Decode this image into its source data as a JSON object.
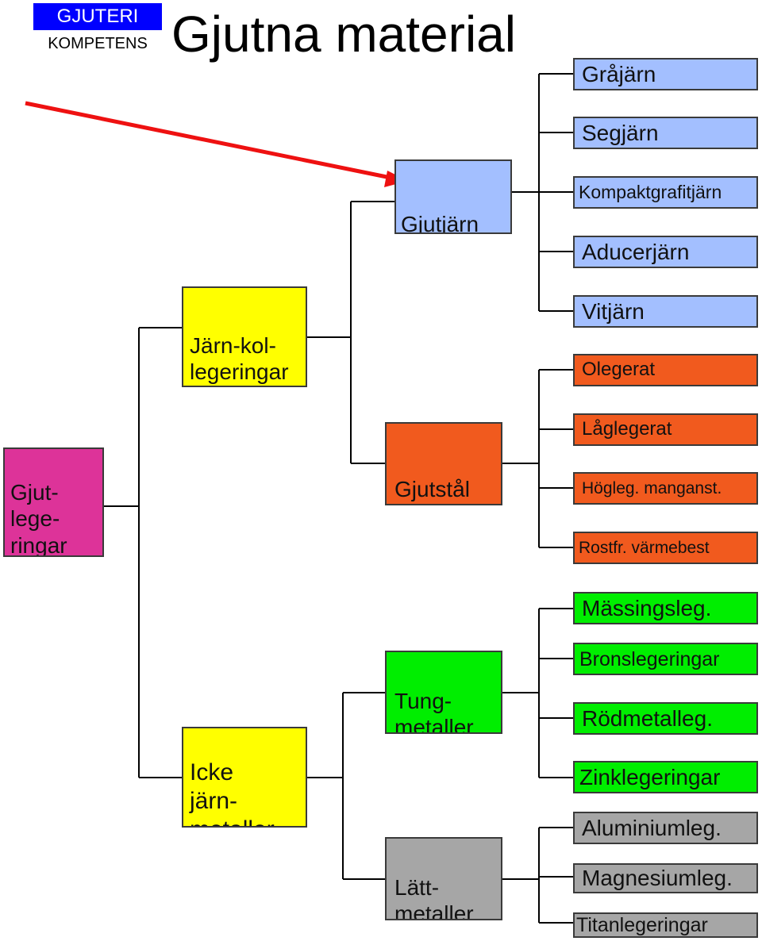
{
  "logo": {
    "line1": "GJUTERI",
    "line2": "KOMPETENS"
  },
  "title": "Gjutna material",
  "colors": {
    "root": "#dd3399",
    "yellow": "#ffff00",
    "blue": "#a3bfff",
    "orange": "#f15a1e",
    "green": "#00ee00",
    "gray": "#a6a6a6",
    "arrow": "#ee1111",
    "logo_blue": "#0000ff"
  },
  "root": {
    "label": "Gjut-\nlege-\nringar"
  },
  "level1": [
    {
      "label": "Järn-kol-\nlegeringar"
    },
    {
      "label": "Icke\njärn-\nmetaller"
    }
  ],
  "level2": [
    {
      "label": "Gjutjärn"
    },
    {
      "label": "Gjutstål"
    },
    {
      "label": "Tung-\nmetaller"
    },
    {
      "label": "Lätt-\nmetaller"
    }
  ],
  "leaves": [
    {
      "label": "Gråjärn"
    },
    {
      "label": "Segjärn"
    },
    {
      "label": "Kompaktgrafitjärn"
    },
    {
      "label": "Aducerjärn"
    },
    {
      "label": "Vitjärn"
    },
    {
      "label": "Olegerat"
    },
    {
      "label": "Låglegerat"
    },
    {
      "label": "Högleg. manganst."
    },
    {
      "label": "Rostfr. värmebest"
    },
    {
      "label": "Mässingsleg."
    },
    {
      "label": "Bronslegeringar"
    },
    {
      "label": "Rödmetalleg."
    },
    {
      "label": "Zinklegeringar"
    },
    {
      "label": "Aluminiumleg."
    },
    {
      "label": "Magnesiumleg."
    },
    {
      "label": "Titanlegeringar"
    }
  ]
}
